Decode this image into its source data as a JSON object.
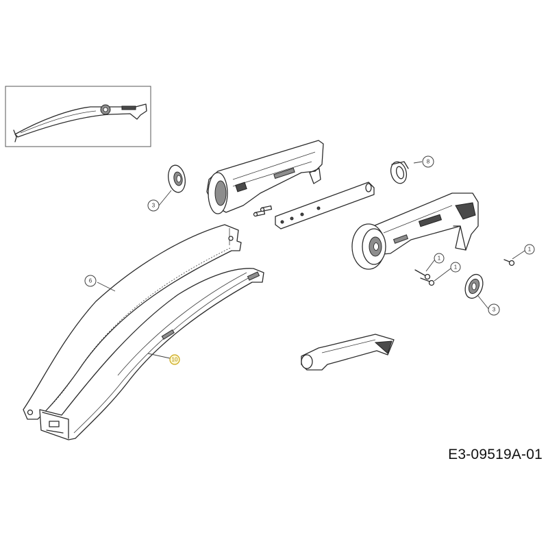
{
  "diagram": {
    "id_label": "E3-09519A-01",
    "highlight_color": "#c9a514",
    "callouts": [
      {
        "key": "screw_a",
        "label": "1"
      },
      {
        "key": "screw_b",
        "label": "1"
      },
      {
        "key": "screw_c",
        "label": "1"
      },
      {
        "key": "washer_left",
        "label": "3"
      },
      {
        "key": "washer_right",
        "label": "3"
      },
      {
        "key": "saw_blade",
        "label": "6"
      },
      {
        "key": "bushing",
        "label": "8"
      },
      {
        "key": "blade_guard",
        "label": "10",
        "highlighted": true
      }
    ]
  }
}
